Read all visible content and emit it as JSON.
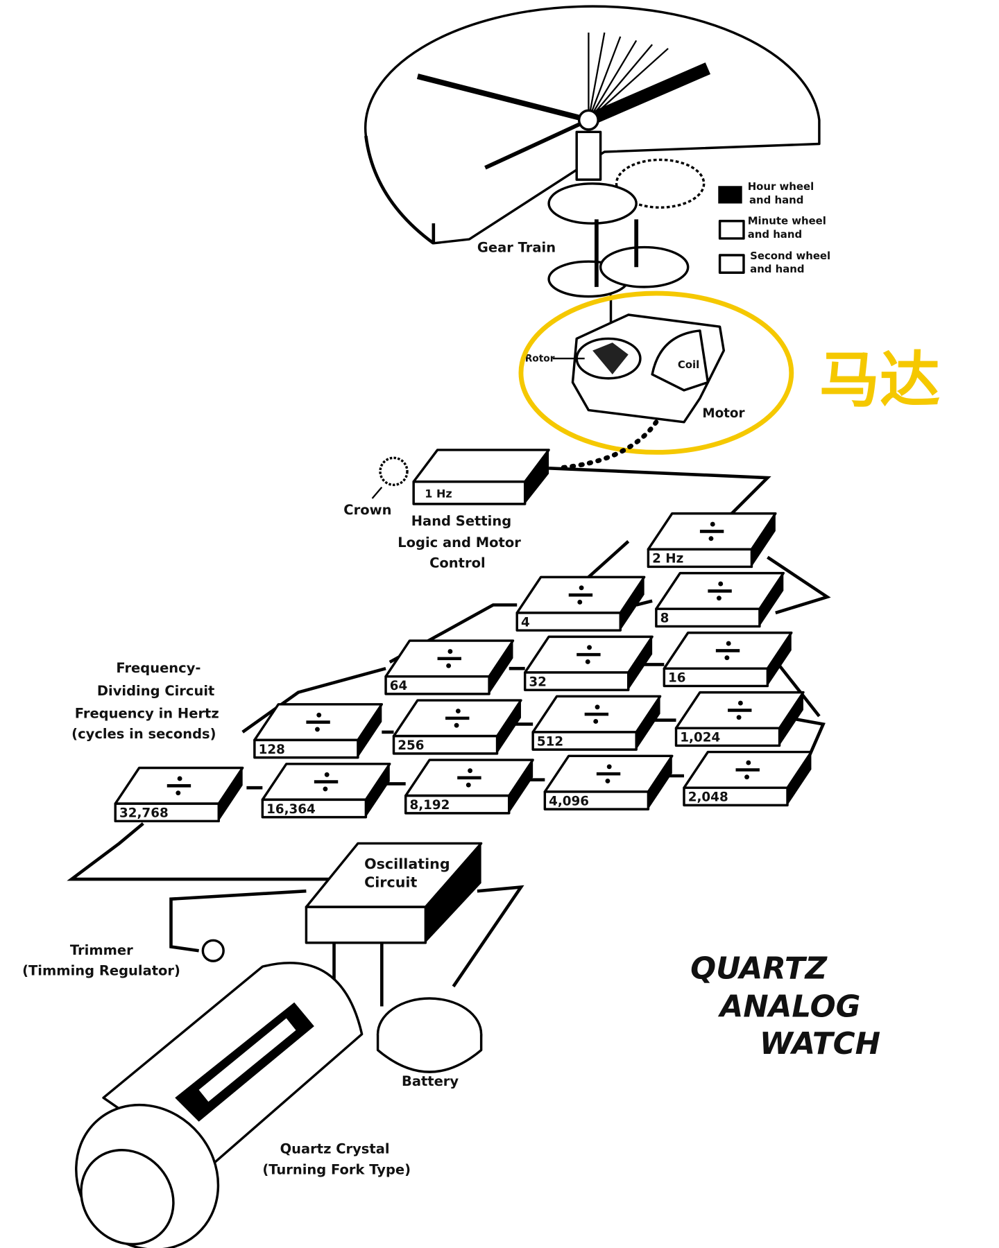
{
  "title": [
    "QUARTZ",
    "ANALOG",
    "WATCH"
  ],
  "annotation": {
    "text": "马达",
    "color": "#F5C800"
  },
  "legend": [
    {
      "label": [
        "Hour wheel",
        "and hand"
      ],
      "fill": "#000000"
    },
    {
      "label": [
        "Minute wheel",
        "and hand"
      ],
      "fill": "#ffffff"
    },
    {
      "label": [
        "Second wheel",
        "and hand"
      ],
      "fill": "#ffffff"
    }
  ],
  "labels": {
    "gear_train": "Gear Train",
    "rotor": "Rotor",
    "coil": "Coil",
    "motor": "Motor",
    "crown": "Crown",
    "hand_setting": [
      "Hand Setting",
      "Logic and Motor",
      "Control"
    ],
    "one_hz": "1 Hz",
    "freq": [
      "Frequency-",
      "Dividing Circuit",
      "Frequency in Hertz",
      "(cycles in seconds)"
    ],
    "oscillating": [
      "Oscillating",
      "Circuit"
    ],
    "trimmer": [
      "Trimmer",
      "(Timming Regulator)"
    ],
    "battery": "Battery",
    "crystal": [
      "Quartz Crystal",
      "(Turning Fork Type)"
    ]
  },
  "dividers": [
    "2 Hz",
    "4",
    "8",
    "64",
    "32",
    "16",
    "128",
    "256",
    "512",
    "1,024",
    "32,768",
    "16,364",
    "8,192",
    "4,096",
    "2,048"
  ]
}
